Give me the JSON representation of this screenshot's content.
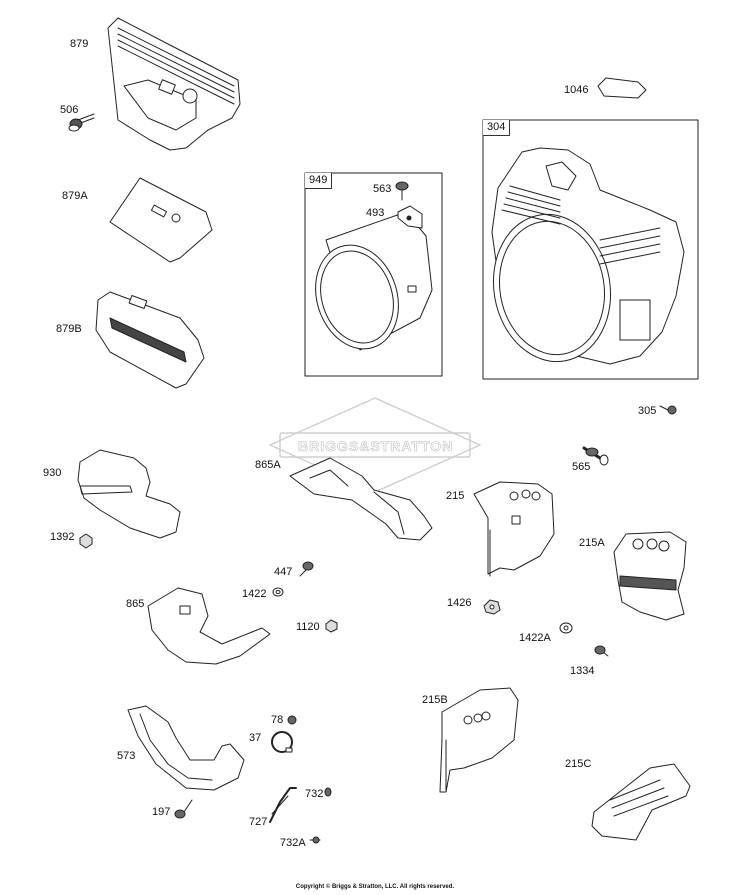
{
  "watermark": "BRIGGS&STRATTON",
  "copyright": "Copyright © Briggs & Stratton, LLC. All rights reserved.",
  "kits": [
    {
      "id": "box-949",
      "label": "949"
    },
    {
      "id": "box-304",
      "label": "304"
    }
  ],
  "parts": [
    {
      "id": "879",
      "label": "879",
      "icon": "grille-shroud-icon"
    },
    {
      "id": "506",
      "label": "506",
      "icon": "flange-bolt-icon"
    },
    {
      "id": "879A",
      "label": "879A",
      "icon": "flat-plate-icon"
    },
    {
      "id": "879B",
      "label": "879B",
      "icon": "slotted-guard-icon"
    },
    {
      "id": "1046",
      "label": "1046",
      "icon": "small-pad-icon"
    },
    {
      "id": "304",
      "label": "304",
      "icon": "blower-housing-icon"
    },
    {
      "id": "563",
      "label": "563",
      "icon": "screw-icon"
    },
    {
      "id": "493",
      "label": "493",
      "icon": "clip-icon"
    },
    {
      "id": "305",
      "label": "305",
      "icon": "screw-icon"
    },
    {
      "id": "565",
      "label": "565",
      "icon": "stud-icon"
    },
    {
      "id": "930",
      "label": "930",
      "icon": "baffle-icon"
    },
    {
      "id": "1392",
      "label": "1392",
      "icon": "nut-icon"
    },
    {
      "id": "865A",
      "label": "865A",
      "icon": "shroud-icon"
    },
    {
      "id": "215",
      "label": "215",
      "icon": "bracket-icon"
    },
    {
      "id": "215A",
      "label": "215A",
      "icon": "cover-icon"
    },
    {
      "id": "447",
      "label": "447",
      "icon": "screw-icon"
    },
    {
      "id": "1422",
      "label": "1422",
      "icon": "washer-icon"
    },
    {
      "id": "1120",
      "label": "1120",
      "icon": "nut-icon"
    },
    {
      "id": "865",
      "label": "865",
      "icon": "shroud-icon"
    },
    {
      "id": "1426",
      "label": "1426",
      "icon": "nut-icon"
    },
    {
      "id": "1422A",
      "label": "1422A",
      "icon": "washer-icon"
    },
    {
      "id": "1334",
      "label": "1334",
      "icon": "screw-icon"
    },
    {
      "id": "78",
      "label": "78",
      "icon": "screw-icon"
    },
    {
      "id": "37",
      "label": "37",
      "icon": "clamp-icon"
    },
    {
      "id": "573",
      "label": "573",
      "icon": "guard-icon"
    },
    {
      "id": "215B",
      "label": "215B",
      "icon": "bracket-icon"
    },
    {
      "id": "215C",
      "label": "215C",
      "icon": "cover-icon"
    },
    {
      "id": "732",
      "label": "732",
      "icon": "screw-icon"
    },
    {
      "id": "727",
      "label": "727",
      "icon": "wire-bracket-icon"
    },
    {
      "id": "197",
      "label": "197",
      "icon": "flange-bolt-icon"
    },
    {
      "id": "732A",
      "label": "732A",
      "icon": "screw-icon"
    }
  ]
}
